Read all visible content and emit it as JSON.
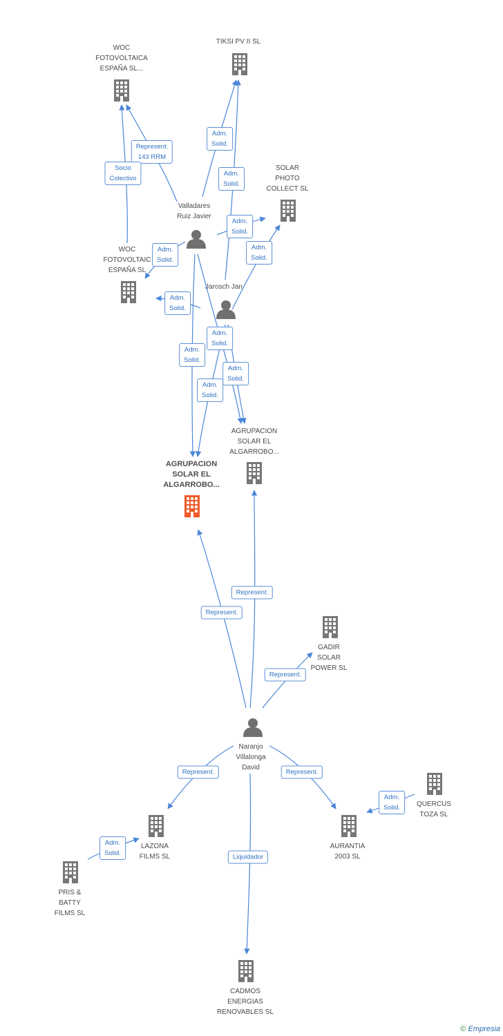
{
  "nodes": {
    "woc_top": {
      "label": "WOC\nFOTOVOLTAICA\nESPAÑA SL...",
      "type": "company"
    },
    "tiksi": {
      "label": "TIKSI PV II SL",
      "type": "company"
    },
    "solar_photo": {
      "label": "SOLAR\nPHOTO\nCOLLECT SL",
      "type": "company"
    },
    "valladares": {
      "label": "Valladares\nRuiz Javier",
      "type": "person"
    },
    "woc_mid": {
      "label": "WOC\nFOTOVOLTAIC\nESPAÑA SL",
      "type": "company"
    },
    "jarosch": {
      "label": "Jarosch Jan",
      "type": "person"
    },
    "agr_right": {
      "label": "AGRUPACION\nSOLAR EL\nALGARROBO...",
      "type": "company"
    },
    "agr_main": {
      "label": "AGRUPACION\nSOLAR EL\nALGARROBO...",
      "type": "company-main"
    },
    "gadir": {
      "label": "GADIR\nSOLAR\nPOWER SL",
      "type": "company"
    },
    "naranjo": {
      "label": "Naranjo\nVillalonga\nDavid",
      "type": "person"
    },
    "lazona": {
      "label": "LAZONA\nFILMS SL",
      "type": "company"
    },
    "quercus": {
      "label": "QUERCUS\nTOZA SL",
      "type": "company"
    },
    "aurantia": {
      "label": "AURANTIA\n2003 SL",
      "type": "company"
    },
    "pris": {
      "label": "PRIS &\nBATTY\nFILMS  SL",
      "type": "company"
    },
    "cadmos": {
      "label": "CADMOS\nENERGIAS\nRENOVABLES SL",
      "type": "company"
    }
  },
  "edge_labels": {
    "represent_143": "Represent.\n143 RRM",
    "socio_colectivo": "Socio\nColectivo",
    "adm_solid": "Adm.\nSolid.",
    "represent": "Represent.",
    "liquidador": "Liquidador"
  },
  "footer": {
    "copyright": "©",
    "brand": "Empresia"
  },
  "colors": {
    "edge": "#4a86d8",
    "icon": "#7a7a7a",
    "main_icon": "#f05a28"
  }
}
